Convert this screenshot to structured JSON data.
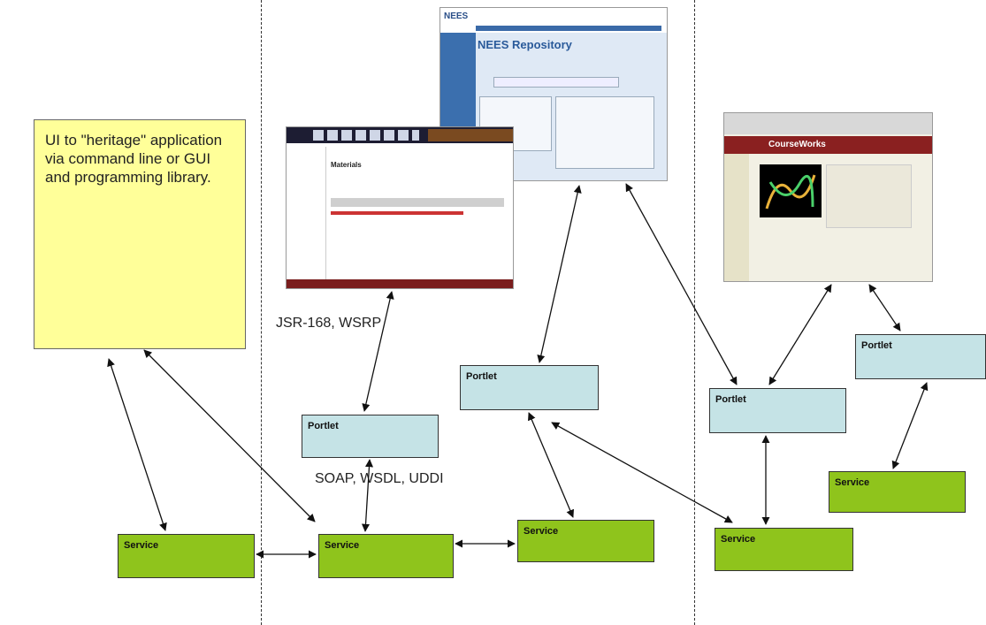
{
  "note": {
    "text": "UI to \"heritage\" application via command line or GUI and programming library."
  },
  "captions": {
    "portal_protocols": "JSR-168, WSRP",
    "service_protocols": "SOAP, WSDL, UDDI"
  },
  "portlets": [
    {
      "id": "portlet-1",
      "label": "Portlet"
    },
    {
      "id": "portlet-2",
      "label": "Portlet"
    },
    {
      "id": "portlet-3",
      "label": "Portlet"
    },
    {
      "id": "portlet-4",
      "label": "Portlet"
    }
  ],
  "services": [
    {
      "id": "service-1",
      "label": "Service"
    },
    {
      "id": "service-2",
      "label": "Service"
    },
    {
      "id": "service-3",
      "label": "Service"
    },
    {
      "id": "service-4",
      "label": "Service"
    },
    {
      "id": "service-5",
      "label": "Service"
    }
  ],
  "screenshots": {
    "nees": {
      "logo": "NEES",
      "title": "NEES Repository"
    },
    "materials": {
      "heading": "Materials"
    },
    "courseworks": {
      "banner": "CourseWorks"
    }
  },
  "colors": {
    "portlet": "#c5e3e6",
    "service": "#8fc41c",
    "note": "#ffff99"
  }
}
